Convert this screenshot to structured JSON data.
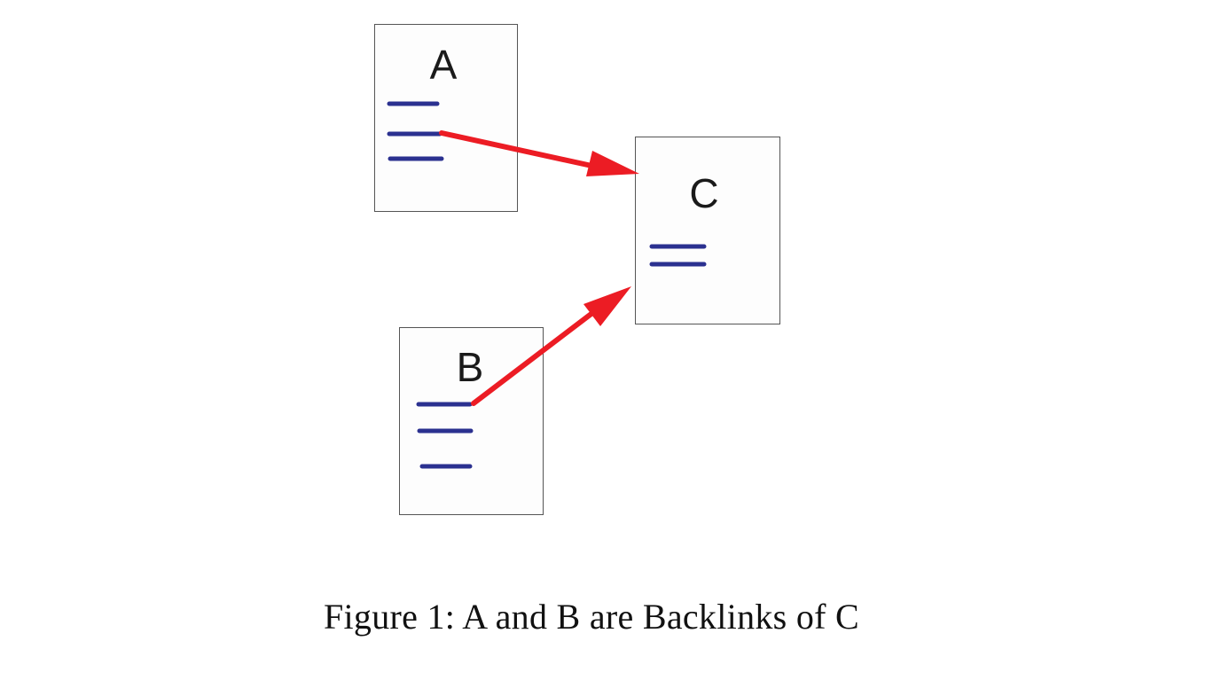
{
  "colors": {
    "box_border": "#555555",
    "box_fill": "#fdfdfd",
    "text_line": "#2b3190",
    "arrow": "#ec1c24"
  },
  "documents": [
    {
      "id": "A",
      "label": "A",
      "text_lines": 3
    },
    {
      "id": "B",
      "label": "B",
      "text_lines": 3
    },
    {
      "id": "C",
      "label": "C",
      "text_lines": 2
    }
  ],
  "links": [
    {
      "from": "A",
      "to": "C",
      "source_line": 2
    },
    {
      "from": "B",
      "to": "C",
      "source_line": 1
    }
  ],
  "caption": "Figure 1: A and B are Backlinks of C"
}
